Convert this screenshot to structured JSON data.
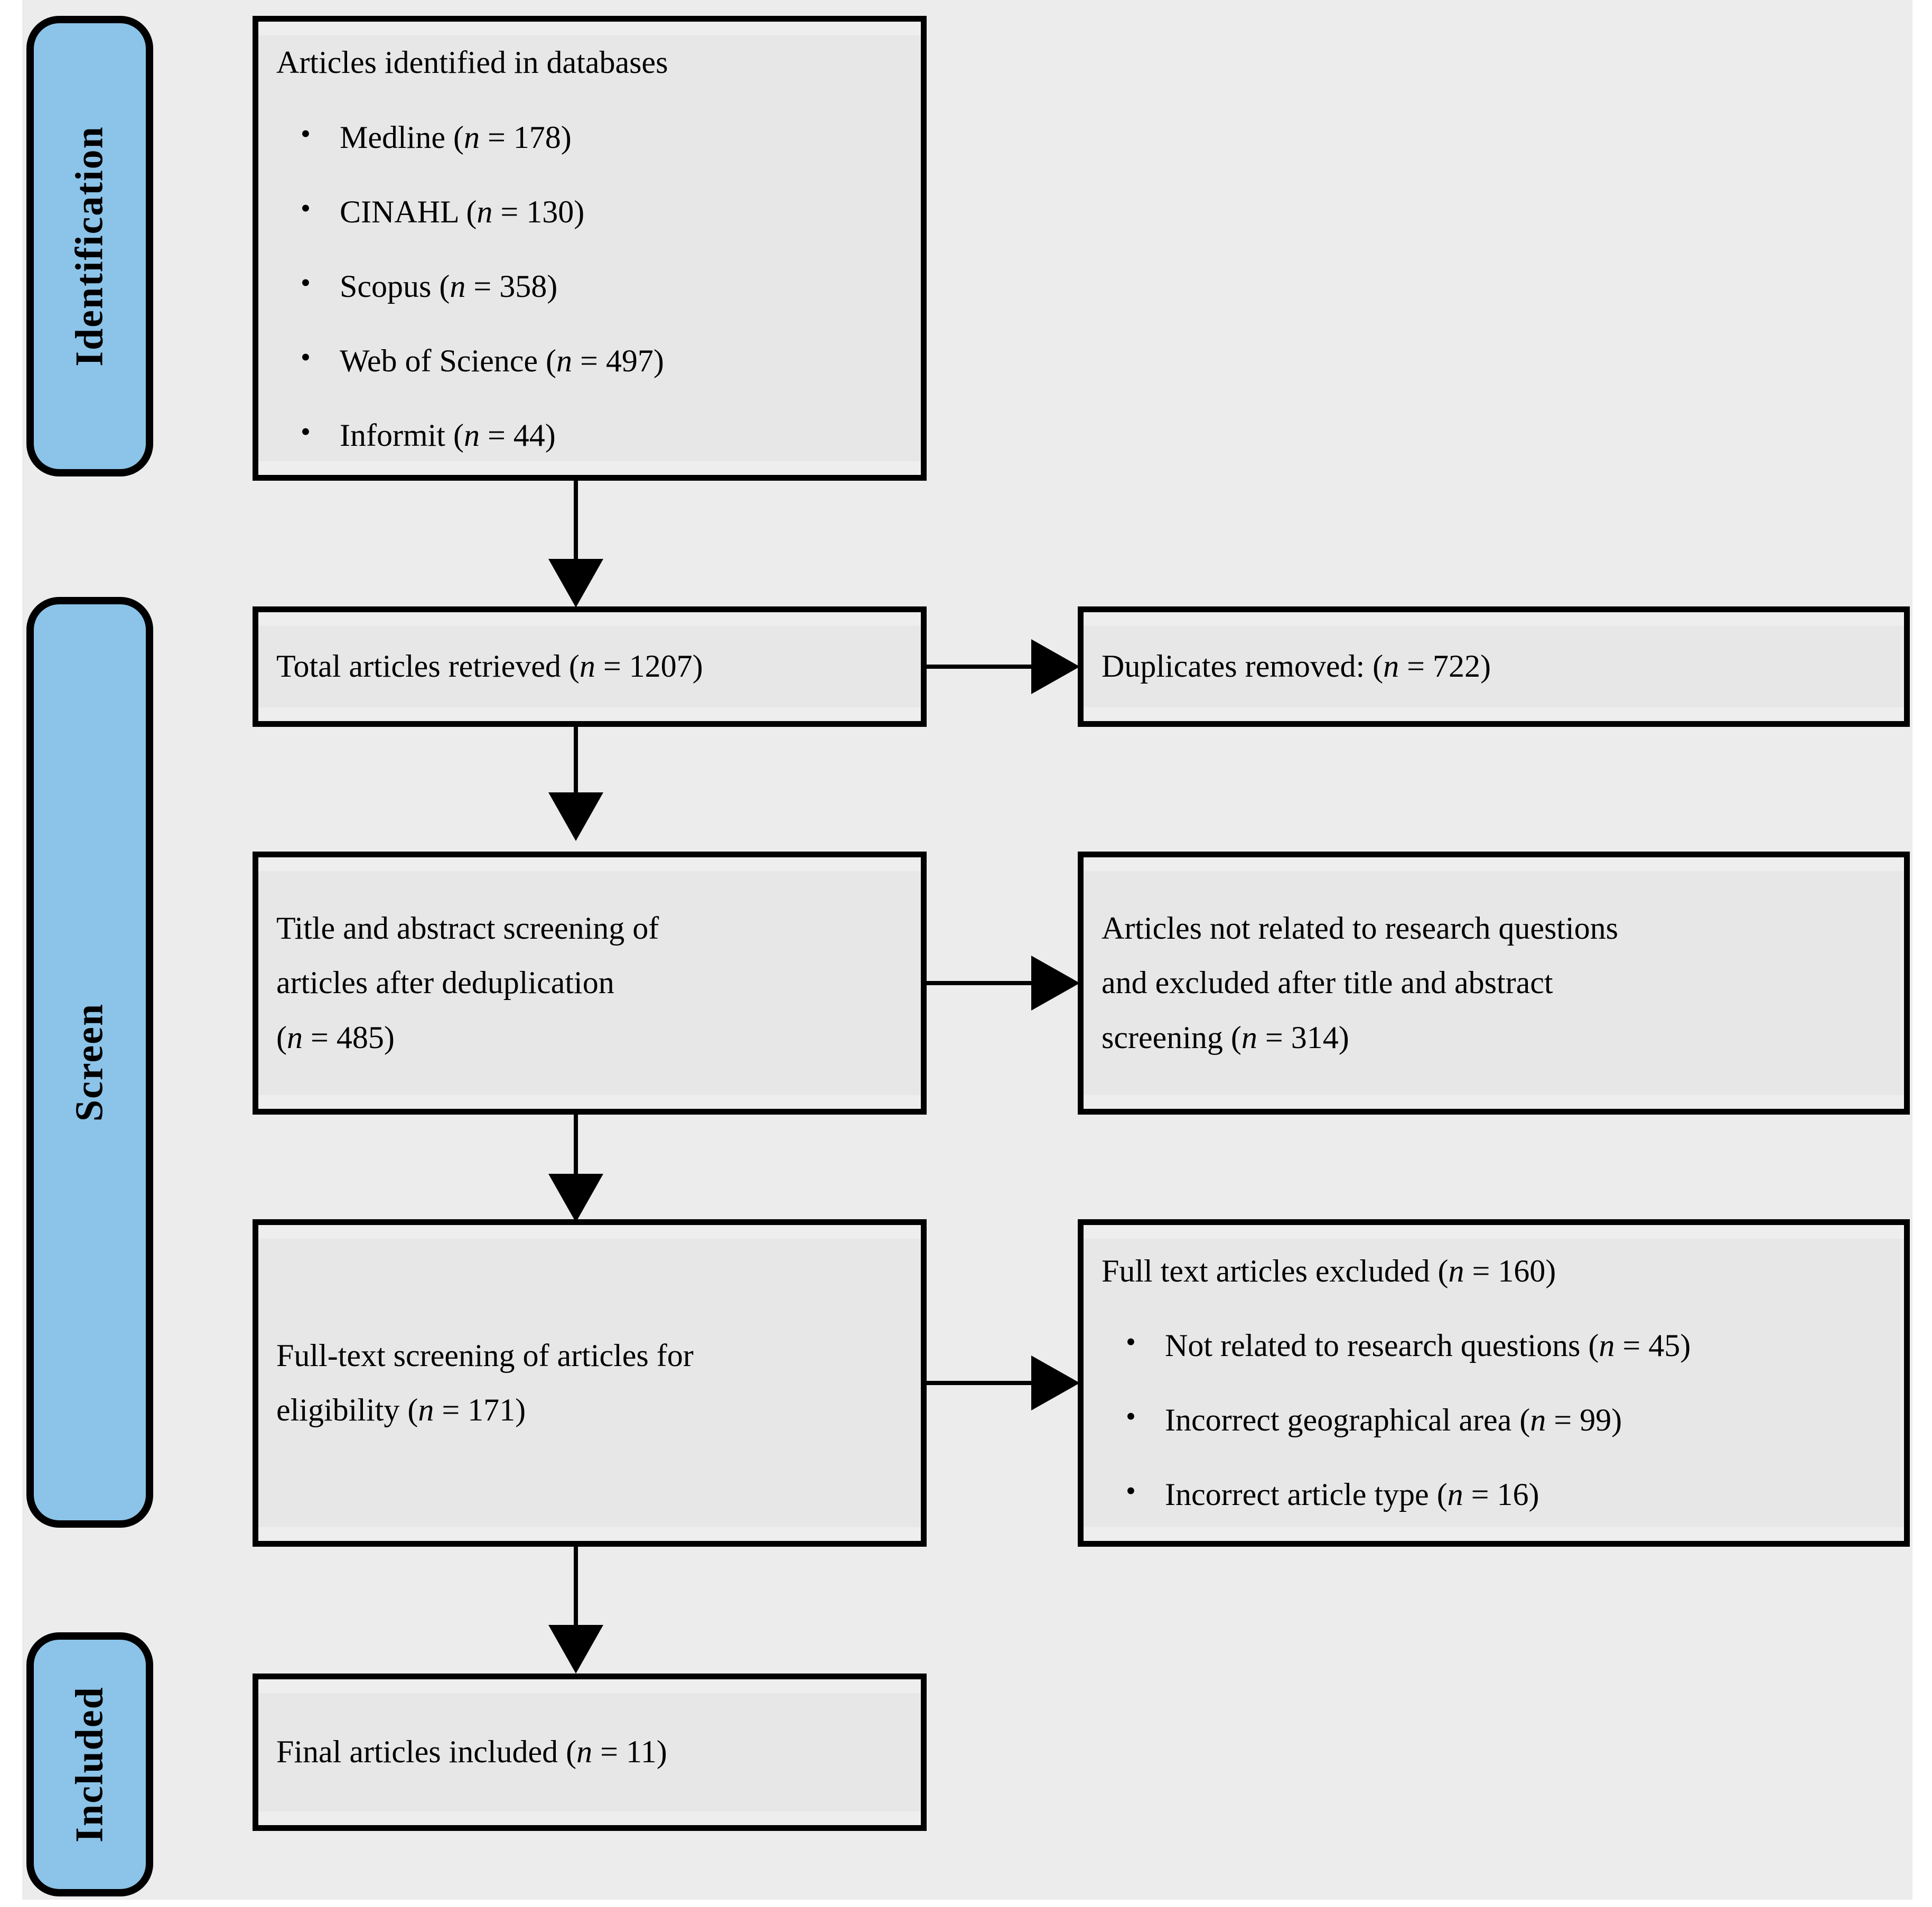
{
  "diagram": {
    "type": "prisma-flow-diagram",
    "accent_blue": "#8CC3E8",
    "page_background": "#ECECEC",
    "box_background": "#E7E7E7",
    "border_color": "#000000"
  },
  "stages": [
    {
      "id": "identification",
      "label": "Identification"
    },
    {
      "id": "screen",
      "label": "Screen"
    },
    {
      "id": "included",
      "label": "Included"
    }
  ],
  "boxes": {
    "identified": {
      "title": "Articles identified in databases",
      "items": [
        {
          "source": "Medline",
          "n_label": "(n = 178)",
          "n": 178
        },
        {
          "source": "CINAHL",
          "n_label": "(n = 130)",
          "n": 130
        },
        {
          "source": "Scopus",
          "n_label": "(n = 358)",
          "n": 358
        },
        {
          "source": "Web of Science",
          "n_label": "(n = 497)",
          "n": 497
        },
        {
          "source": "Informit",
          "n_label": "(n = 44)",
          "n": 44
        }
      ]
    },
    "retrieved": {
      "text_before": "Total articles retrieved (",
      "n_italic": "n",
      "text_after": " = 1207)",
      "n": 1207
    },
    "duplicates": {
      "text_before": "Duplicates removed: (",
      "n_italic": "n",
      "text_after": " = 722)",
      "n": 722
    },
    "title_abstract": {
      "line1": "Title and abstract screening of",
      "line2": "articles after deduplication",
      "line3_before": "(",
      "n_italic": "n",
      "line3_after": " = 485)",
      "n": 485
    },
    "excluded_title_abstract": {
      "line1": "Articles not related to research questions",
      "line2": "and excluded after title and abstract",
      "line3_before": "screening (",
      "n_italic": "n",
      "line3_after": " = 314)",
      "n": 314
    },
    "fulltext": {
      "line1": "Full-text screening of articles for",
      "line2_before": "eligibility (",
      "n_italic": "n",
      "line2_after": " = 171)",
      "n": 171
    },
    "excluded_fulltext": {
      "title_before": "Full text articles excluded (",
      "title_n_italic": "n",
      "title_after": " = 160)",
      "n": 160,
      "reasons": [
        {
          "reason": "Not related to research questions",
          "n_label": "(n = 45)",
          "n": 45
        },
        {
          "reason": "Incorrect geographical area",
          "n_label": "(n = 99)",
          "n": 99
        },
        {
          "reason": "Incorrect article type",
          "n_label": "(n = 16)",
          "n": 16
        }
      ]
    },
    "final": {
      "text_before": "Final articles included (",
      "n_italic": "n",
      "text_after": " = 11)",
      "n": 11
    }
  }
}
